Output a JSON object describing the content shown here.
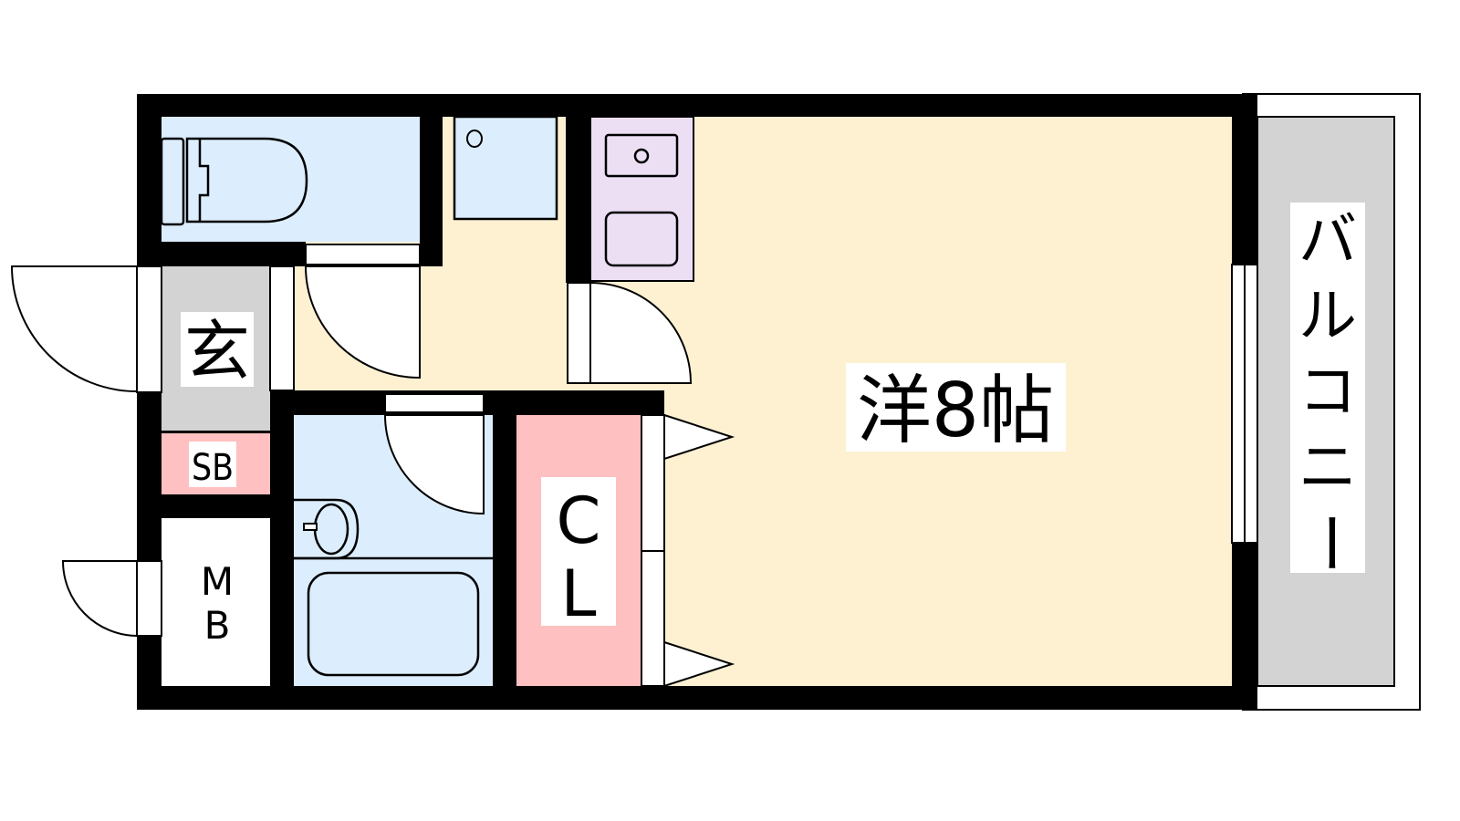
{
  "rooms": {
    "main_room": "洋8帖",
    "closet": [
      "C",
      "L"
    ],
    "entrance": "玄",
    "shoe_box": "SB",
    "meter_box": [
      "M",
      "B"
    ],
    "balcony": [
      "バ",
      "ル",
      "コ",
      "ニ",
      "ー"
    ]
  },
  "colors": {
    "wall": "#000000",
    "main_floor": "#fdf1d2",
    "wet_area": "#dcedfd",
    "kitchen": "#ecdff4",
    "closet": "#fec0c0",
    "entrance": "#d3d3d3",
    "balcony": "#d3d3d3"
  }
}
